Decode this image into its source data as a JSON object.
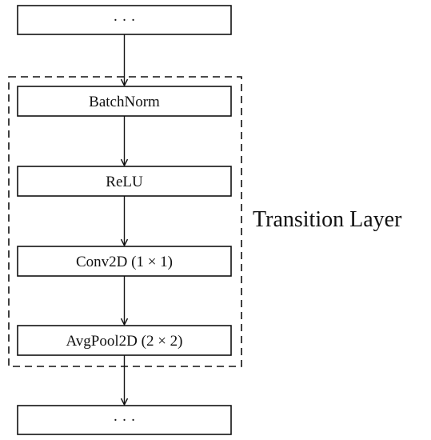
{
  "diagram": {
    "nodes": [
      {
        "id": "top",
        "label": "· · ·"
      },
      {
        "id": "bn",
        "label": "BatchNorm"
      },
      {
        "id": "relu",
        "label": "ReLU"
      },
      {
        "id": "conv",
        "label": "Conv2D (1 × 1)"
      },
      {
        "id": "pool",
        "label": "AvgPool2D (2 × 2)"
      },
      {
        "id": "bottom",
        "label": "· · ·"
      }
    ],
    "edges": [
      {
        "from": "top",
        "to": "bn"
      },
      {
        "from": "bn",
        "to": "relu"
      },
      {
        "from": "relu",
        "to": "conv"
      },
      {
        "from": "conv",
        "to": "pool"
      },
      {
        "from": "pool",
        "to": "bottom"
      }
    ],
    "group": {
      "label": "Transition Layer",
      "style": "dashed"
    }
  }
}
